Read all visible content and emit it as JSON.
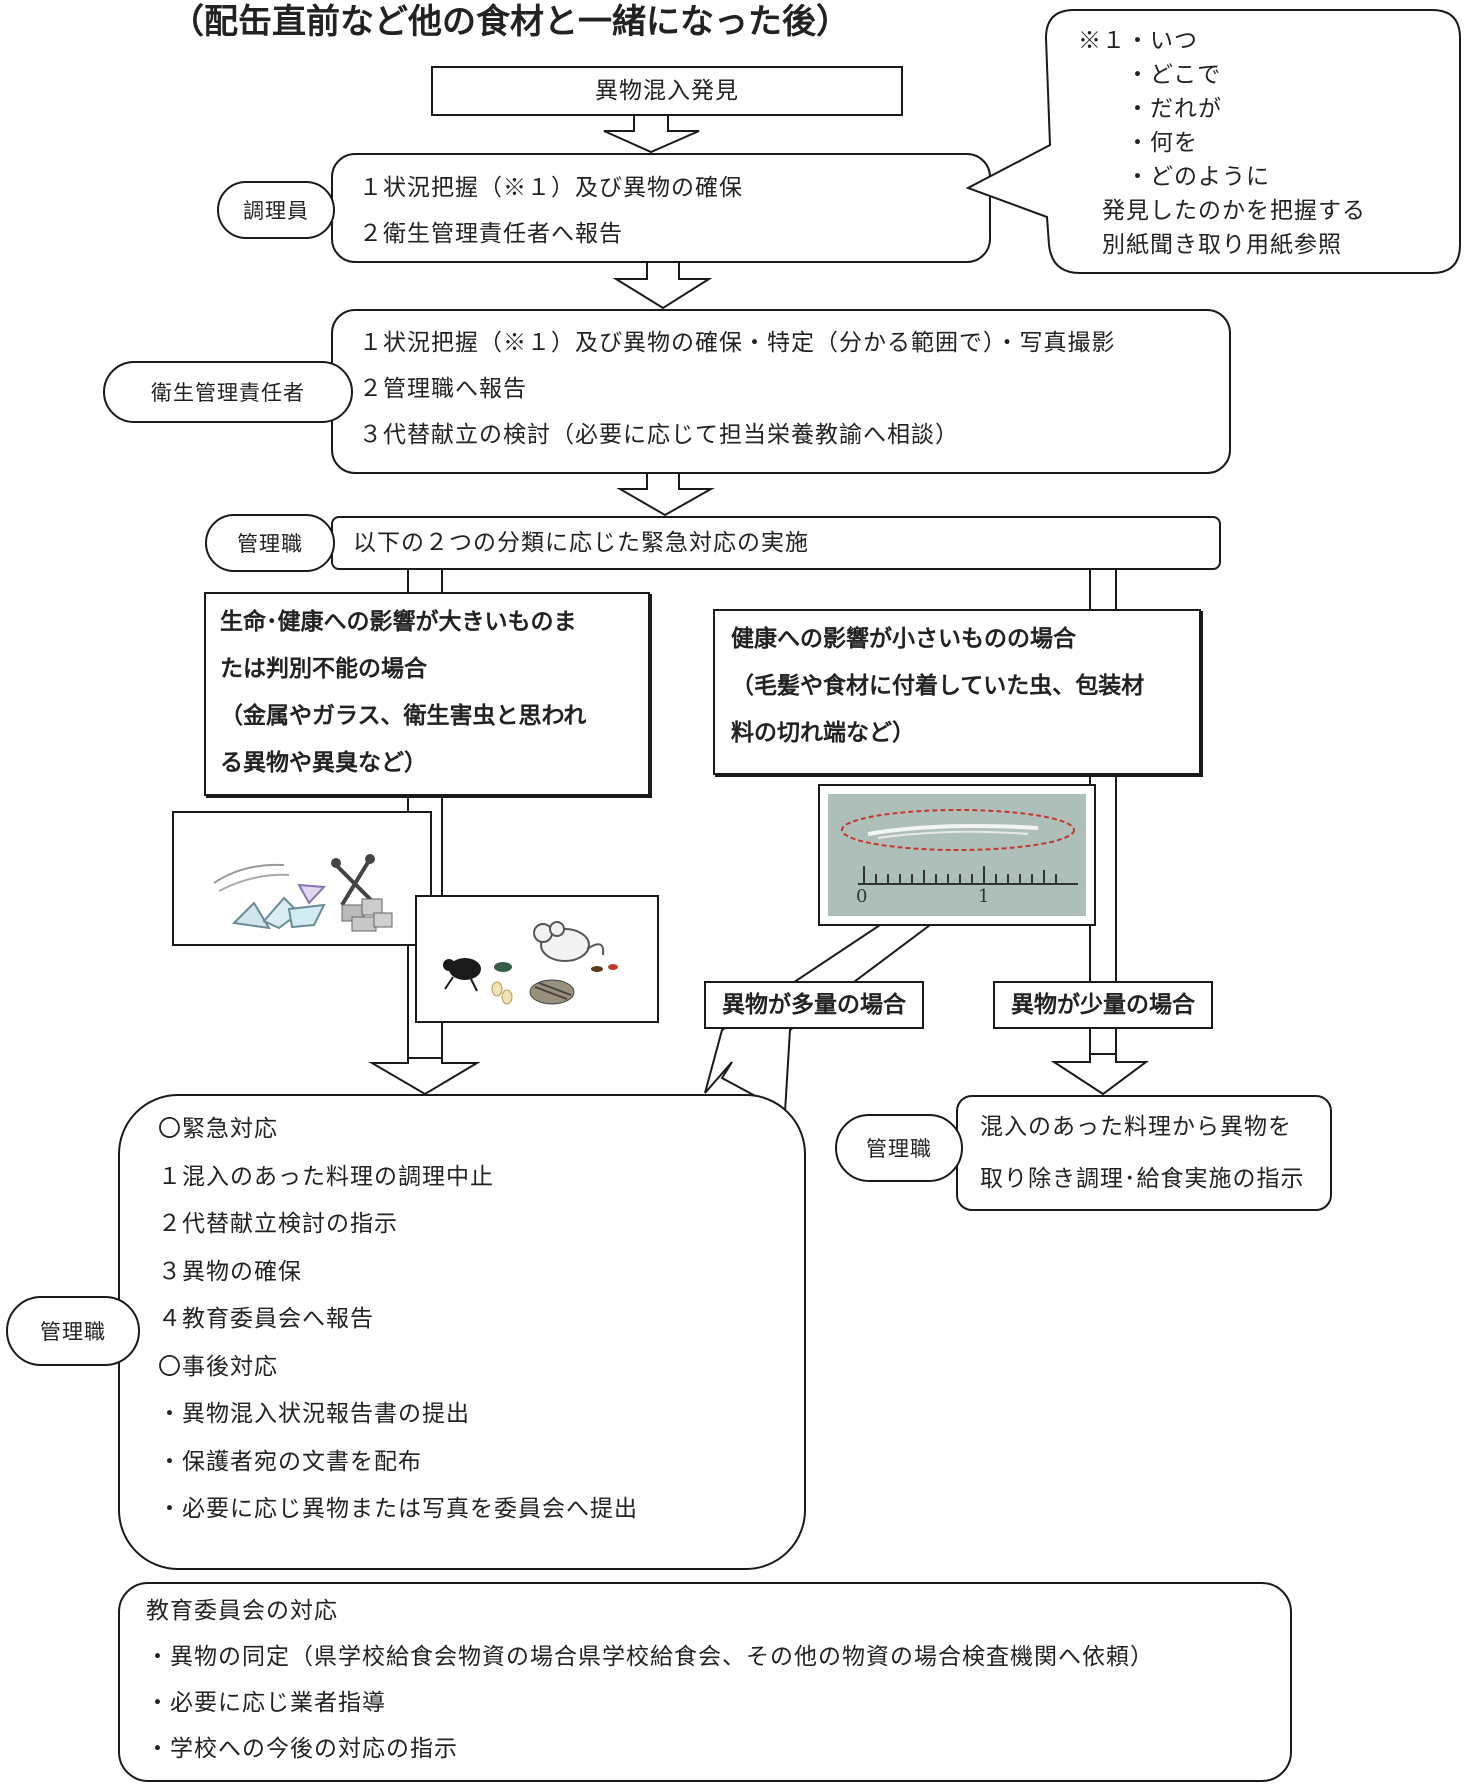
{
  "title": "（配缶直前など他の食材と一緒になった後）",
  "start": "異物混入発見",
  "step1": {
    "role": "調理員",
    "lines": [
      "１状況把握（※１）及び異物の確保",
      "２衛生管理責任者へ報告"
    ]
  },
  "callout": {
    "lines": [
      "※１・いつ",
      "　　・どこで",
      "　　・だれが",
      "　　・何を",
      "　　・どのように",
      "　発見したのかを把握する",
      "　別紙聞き取り用紙参照"
    ]
  },
  "step2": {
    "role": "衛生管理責任者",
    "lines": [
      "１状況把握（※１）及び異物の確保・特定（分かる範囲で）・写真撮影",
      "２管理職へ報告",
      "３代替献立の検討（必要に応じて担当栄養教諭へ相談）"
    ]
  },
  "step3": {
    "role": "管理職",
    "text": "以下の２つの分類に応じた緊急対応の実施"
  },
  "branch_left": {
    "lines": [
      "生命･健康への影響が大きいものま",
      "たは判別不能の場合",
      "（金属やガラス、衛生害虫と思われ",
      "る異物や異臭など）"
    ]
  },
  "branch_right": {
    "lines": [
      "健康への影響が小さいものの場合",
      "（毛髪や食材に付着していた虫、包装材",
      "料の切れ端など）"
    ]
  },
  "ruler": {
    "marks": [
      "0",
      "1"
    ]
  },
  "label_many": "異物が多量の場合",
  "label_few": "異物が少量の場合",
  "small_action": {
    "role": "管理職",
    "lines": [
      "混入のあった料理から異物を",
      "取り除き調理･給食実施の指示"
    ]
  },
  "emergency": {
    "role": "管理職",
    "lines": [
      "〇緊急対応",
      "１混入のあった料理の調理中止",
      "２代替献立検討の指示",
      "３異物の確保",
      "４教育委員会へ報告",
      "〇事後対応",
      "・異物混入状況報告書の提出",
      "・保護者宛の文書を配布",
      "・必要に応じ異物または写真を委員会へ提出"
    ]
  },
  "board": {
    "lines": [
      "教育委員会の対応",
      "・異物の同定（県学校給食会物資の場合県学校給食会、その他の物資の場合検査機関へ依頼）",
      "・必要に応じ業者指導",
      "・学校への今後の対応の指示"
    ]
  }
}
